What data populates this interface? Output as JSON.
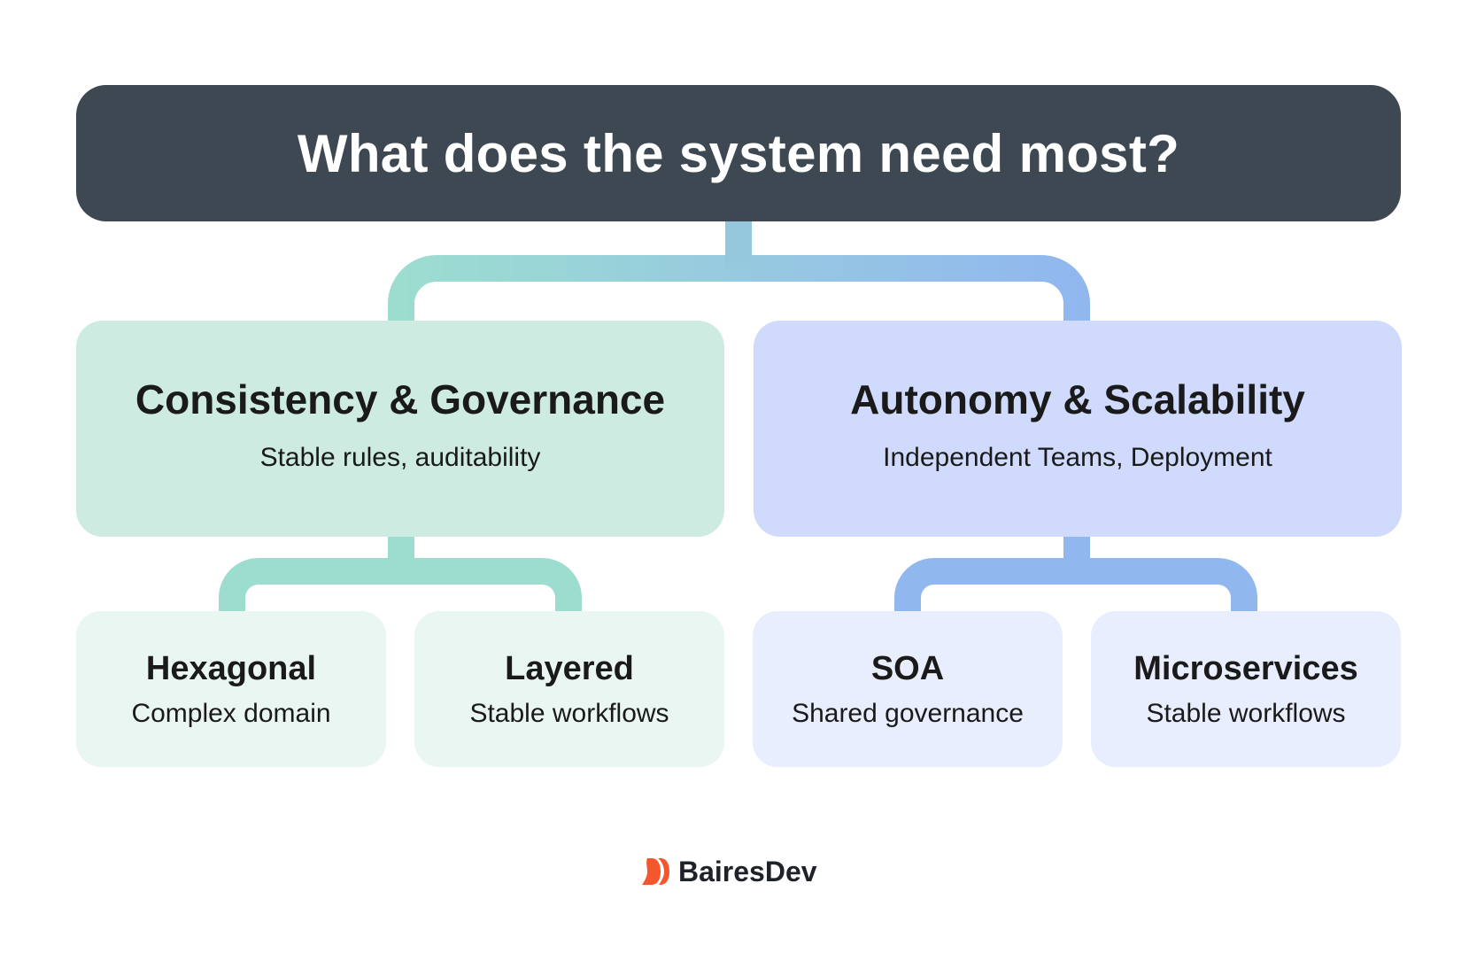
{
  "question": "What does the system need most?",
  "categories": [
    {
      "title": "Consistency & Governance",
      "subtitle": "Stable rules, auditability",
      "options": [
        {
          "title": "Hexagonal",
          "subtitle": "Complex domain"
        },
        {
          "title": "Layered",
          "subtitle": "Stable workflows"
        }
      ]
    },
    {
      "title": "Autonomy & Scalability",
      "subtitle": "Independent Teams, Deployment",
      "options": [
        {
          "title": "SOA",
          "subtitle": "Shared governance"
        },
        {
          "title": "Microservices",
          "subtitle": "Stable workflows"
        }
      ]
    }
  ],
  "logo": {
    "text": "BairesDev"
  },
  "colors": {
    "question_bg": "#3d4852",
    "green_connector": "#9cddd0",
    "blue_connector": "#91b7ef",
    "green_category_bg": "#cdebe1",
    "blue_category_bg": "#cfdafc",
    "green_option_bg": "#eaf6f1",
    "blue_option_bg": "#e9eefe",
    "brand_orange": "#f4572d"
  }
}
